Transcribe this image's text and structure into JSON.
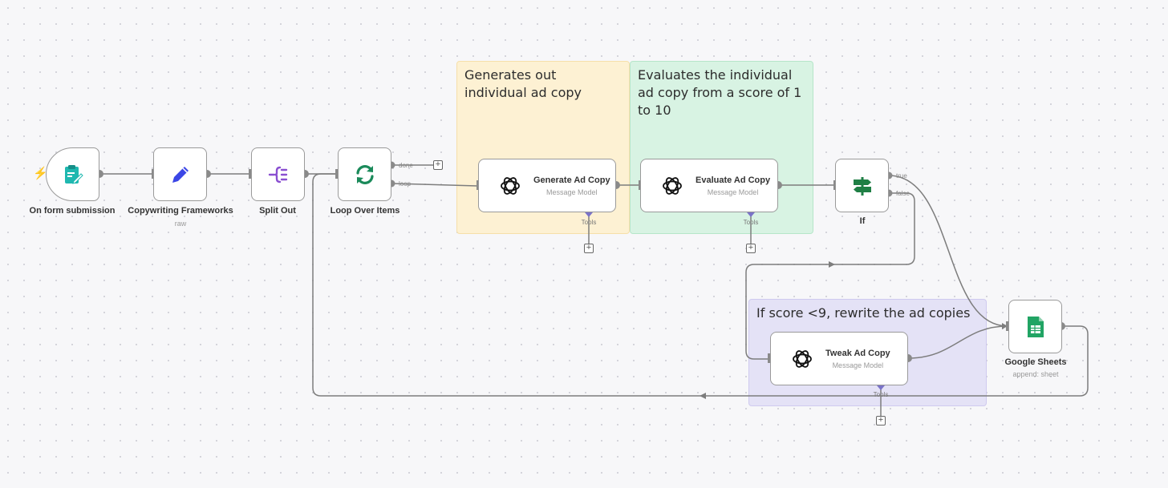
{
  "stickies": {
    "generate": "Generates out individual ad copy",
    "evaluate": "Evaluates the individual ad copy from a score of 1 to 10",
    "rewrite": "If score <9, rewrite the ad copies"
  },
  "nodes": {
    "trigger": {
      "title": "On form submission",
      "icon": "form-edit-icon"
    },
    "frameworks": {
      "title": "Copywriting Frameworks",
      "subtitle": "raw",
      "icon": "pencil-icon"
    },
    "split": {
      "title": "Split Out",
      "icon": "split-icon"
    },
    "loop": {
      "title": "Loop Over Items",
      "icon": "refresh-icon",
      "out_done": "done",
      "out_loop": "loop"
    },
    "generate": {
      "title": "Generate Ad Copy",
      "subtitle": "Message Model",
      "tools": "Tools",
      "icon": "openai-icon"
    },
    "evaluate": {
      "title": "Evaluate Ad Copy",
      "subtitle": "Message Model",
      "tools": "Tools",
      "icon": "openai-icon"
    },
    "if": {
      "title": "If",
      "out_true": "true",
      "out_false": "false",
      "icon": "signpost-icon"
    },
    "tweak": {
      "title": "Tweak Ad Copy",
      "subtitle": "Message Model",
      "tools": "Tools",
      "icon": "openai-icon"
    },
    "sheets": {
      "title": "Google Sheets",
      "subtitle": "append: sheet",
      "icon": "google-sheets-icon"
    }
  },
  "colors": {
    "trigger_icon": "#1fb8b0",
    "pencil": "#3b46e6",
    "split": "#8a4fd1",
    "loop": "#1a8a5a",
    "sheets": "#21a464",
    "signpost": "#1f7f45"
  }
}
